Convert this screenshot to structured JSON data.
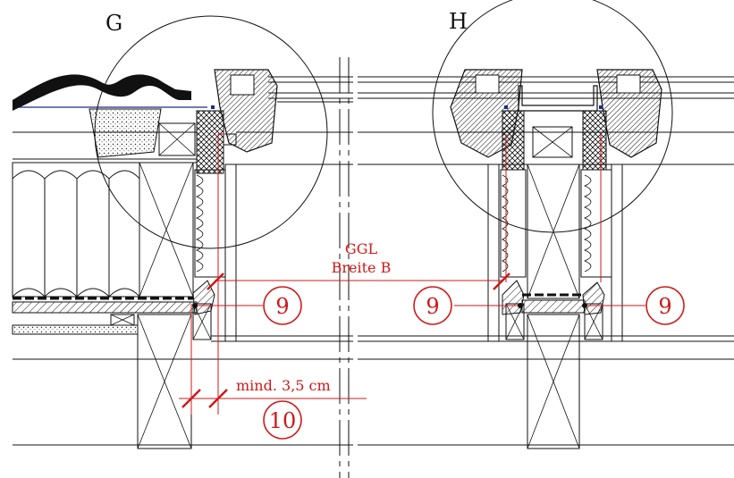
{
  "detail_g": {
    "label": "G"
  },
  "detail_h": {
    "label": "H"
  },
  "dimension_ggl": {
    "line1": "GGL",
    "line2": "Breite B"
  },
  "dimension_min": {
    "text": "mind. 3,5 cm"
  },
  "markers": {
    "g_right": "9",
    "h_left": "9",
    "h_right": "9",
    "g_bottom": "10"
  },
  "colors": {
    "annotation": "#d01818",
    "linework": "#111111",
    "flashing": "#1a2a8a"
  }
}
